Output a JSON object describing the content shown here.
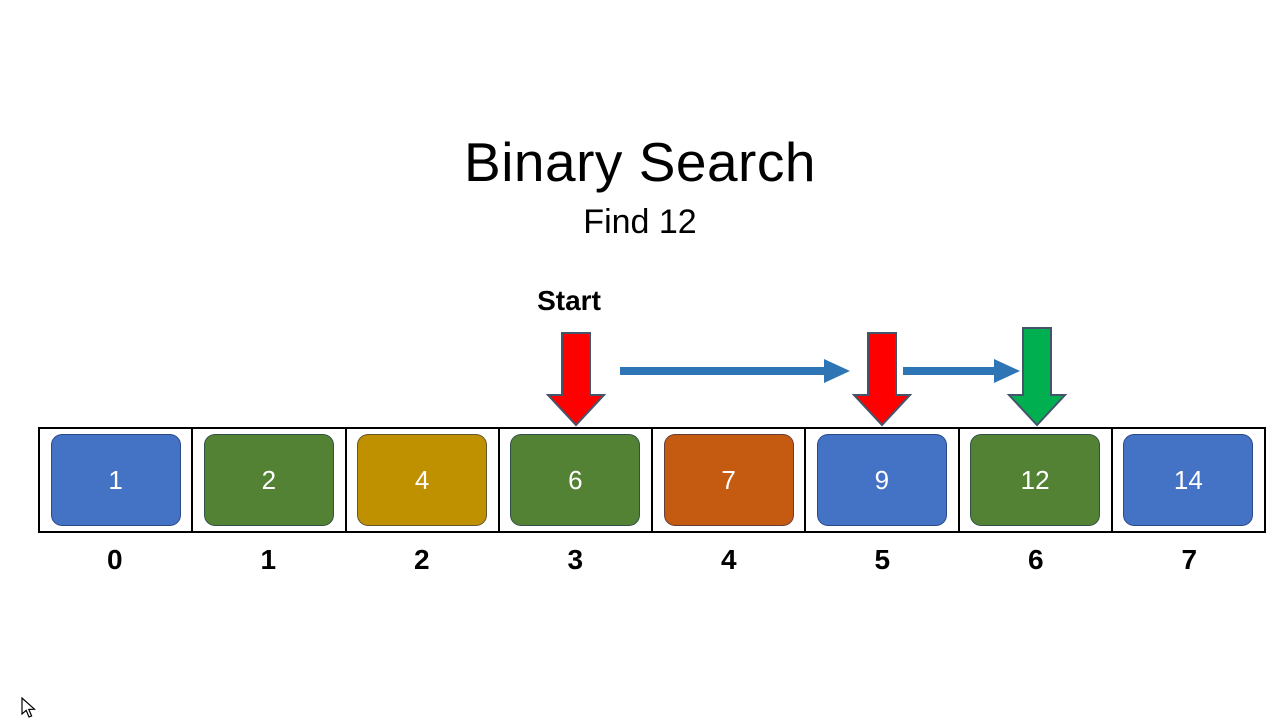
{
  "title": "Binary Search",
  "subtitle": "Find 12",
  "start_label": "Start",
  "array": {
    "cells": [
      {
        "value": "1",
        "index": "0",
        "color": "#4472C4"
      },
      {
        "value": "2",
        "index": "1",
        "color": "#548235"
      },
      {
        "value": "4",
        "index": "2",
        "color": "#BF9000"
      },
      {
        "value": "6",
        "index": "3",
        "color": "#548235"
      },
      {
        "value": "7",
        "index": "4",
        "color": "#C55A11"
      },
      {
        "value": "9",
        "index": "5",
        "color": "#4472C4"
      },
      {
        "value": "12",
        "index": "6",
        "color": "#548235"
      },
      {
        "value": "14",
        "index": "7",
        "color": "#4472C4"
      }
    ]
  },
  "steps": [
    {
      "pointer": "start",
      "target_index": "3",
      "arrow_color": "red"
    },
    {
      "pointer": "second",
      "target_index": "5",
      "arrow_color": "red"
    },
    {
      "pointer": "found",
      "target_index": "6",
      "arrow_color": "green"
    }
  ],
  "colors": {
    "red_arrow": "#FF0000",
    "green_arrow": "#00B050",
    "blue_arrow": "#2E75B6",
    "arrow_outline": "#44546A"
  }
}
